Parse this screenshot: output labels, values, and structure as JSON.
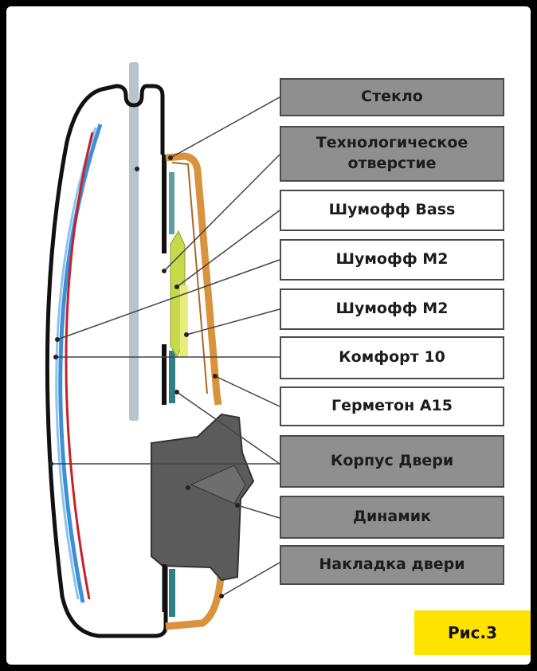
{
  "labels": [
    {
      "id": "glass",
      "text": "Стекло",
      "style": "gray"
    },
    {
      "id": "tech-hole",
      "text": "Технологическое отверстие",
      "style": "gray"
    },
    {
      "id": "shumoff-bass",
      "text": "Шумофф Bass",
      "style": "white"
    },
    {
      "id": "shumoff-m2-a",
      "text": "Шумофф М2",
      "style": "white"
    },
    {
      "id": "shumoff-m2-b",
      "text": "Шумофф М2",
      "style": "white"
    },
    {
      "id": "komfort-10",
      "text": "Комфорт 10",
      "style": "white"
    },
    {
      "id": "germeton-a15",
      "text": "Герметон А15",
      "style": "white"
    },
    {
      "id": "door-body",
      "text": "Корпус Двери",
      "style": "gray"
    },
    {
      "id": "speaker",
      "text": "Динамик",
      "style": "gray"
    },
    {
      "id": "door-trim",
      "text": "Накладка двери",
      "style": "gray"
    }
  ],
  "figure_label": "Рис.3",
  "colors": {
    "gray_box": "#8f8f8f",
    "white_box": "#ffffff",
    "figure_label_bg": "#ffe300",
    "panel_blue": "#3f8fd6",
    "panel_red": "#c8202a",
    "trim_orange": "#d9933c",
    "shumoff_green": "#c7d94a",
    "glass_gray": "#b8c4cc",
    "speaker_gray": "#5b5b5b"
  }
}
